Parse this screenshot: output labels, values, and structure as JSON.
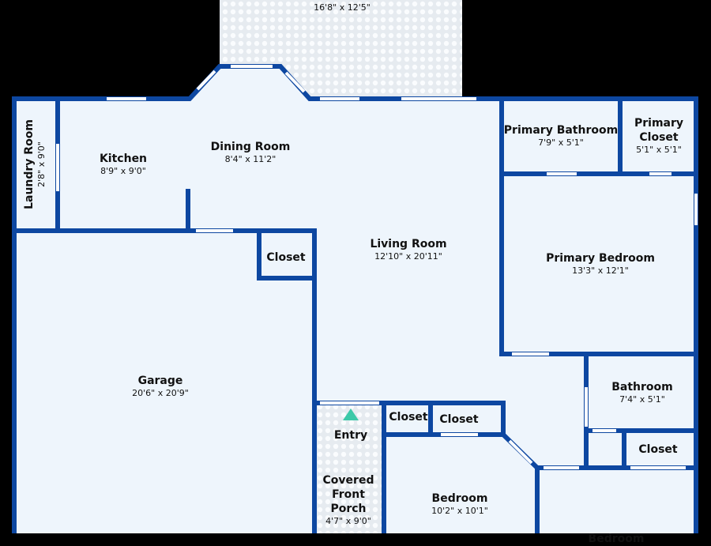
{
  "colors": {
    "wall": "#0d47a1",
    "floor": "#eef5fc",
    "patio": "#e9eef3",
    "background": "#000000",
    "entry_marker": "#3cc9a8"
  },
  "rooms": [
    {
      "name": "",
      "dims": "16'8\" x 12'5\""
    },
    {
      "name": "Laundry Room",
      "dims": "2'8\" x 9'0\""
    },
    {
      "name": "Kitchen",
      "dims": "8'9\" x 9'0\""
    },
    {
      "name": "Dining Room",
      "dims": "8'4\" x 11'2\""
    },
    {
      "name": "Primary Bathroom",
      "dims": "7'9\" x 5'1\""
    },
    {
      "name": "Primary Closet",
      "dims": "5'1\" x 5'1\""
    },
    {
      "name": "Closet",
      "dims": ""
    },
    {
      "name": "Living Room",
      "dims": "12'10\" x 20'11\""
    },
    {
      "name": "Primary Bedroom",
      "dims": "13'3\" x 12'1\""
    },
    {
      "name": "Garage",
      "dims": "20'6\" x 20'9\""
    },
    {
      "name": "Bathroom",
      "dims": "7'4\" x 5'1\""
    },
    {
      "name": "Closet",
      "dims": ""
    },
    {
      "name": "Closet",
      "dims": ""
    },
    {
      "name": "Entry",
      "dims": ""
    },
    {
      "name": "Closet",
      "dims": ""
    },
    {
      "name": "Covered Front Porch",
      "dims": "4'7\" x 9'0\""
    },
    {
      "name": "Bedroom",
      "dims": "10'2\" x 10'1\""
    },
    {
      "name": "Bedroom",
      "dims": ""
    }
  ]
}
